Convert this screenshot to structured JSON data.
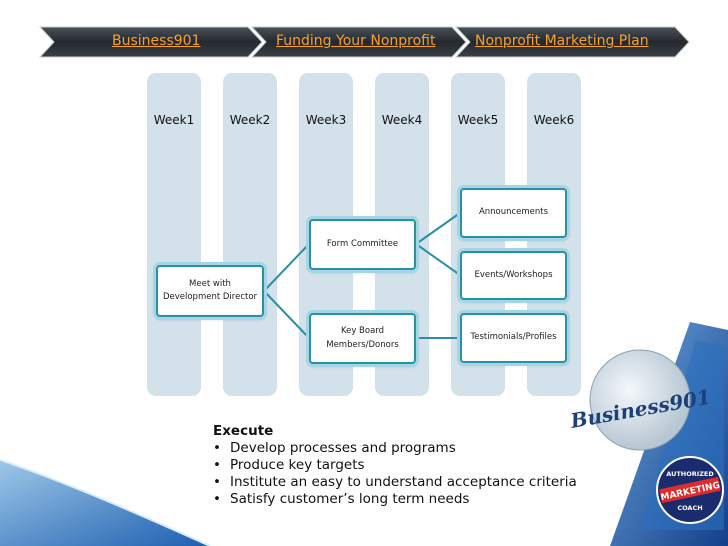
{
  "breadcrumb": {
    "items": [
      "Business901",
      "Funding Your Nonprofit",
      "Nonprofit Marketing Plan"
    ]
  },
  "weeks": [
    "Week1",
    "Week2",
    "Week3",
    "Week4",
    "Week5",
    "Week6"
  ],
  "boxes": {
    "meet": "Meet with\nDevelopment Director",
    "form": "Form Committee",
    "key": "Key Board\nMembers/Donors",
    "announce": "Announcements",
    "events": "Events/Workshops",
    "testimonials": "Testimonials/Profiles"
  },
  "execute": {
    "title": "Execute",
    "items": [
      "Develop processes and programs",
      "Produce key targets",
      "Institute an easy to understand acceptance criteria",
      "Satisfy customer’s long term needs"
    ]
  },
  "logo": {
    "brand": "Business901",
    "badge_line1": "AUTHORIZED",
    "badge_line2": "MARKETING",
    "badge_line3": "COACH"
  },
  "colors": {
    "breadcrumb_bg": "#2b3038",
    "breadcrumb_text": "#f7a12c",
    "column": "#d2e1ea",
    "box_border": "#2a8fa8",
    "accent_blue": "#1d5fb0"
  }
}
